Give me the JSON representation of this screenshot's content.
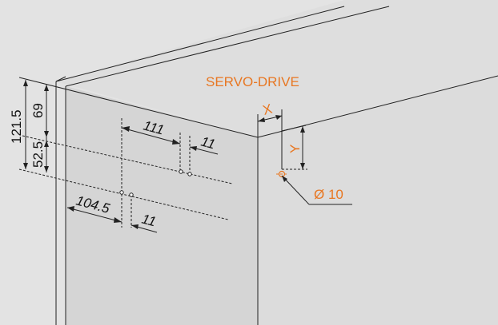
{
  "title": "SERVO-DRIVE",
  "dimensions": {
    "height_total": "121.5",
    "height_upper": "69",
    "height_lower": "52.5",
    "spacing_111": "111",
    "spacing_1045": "104.5",
    "hole_gap_upper": "11",
    "hole_gap_lower": "11",
    "offset_x": "X",
    "offset_y": "Y",
    "hole_diameter": "Ø 10"
  },
  "colors": {
    "accent": "#e87722",
    "background": "#e3e3e3",
    "panel": "#d6d6d6",
    "line": "#222222"
  }
}
